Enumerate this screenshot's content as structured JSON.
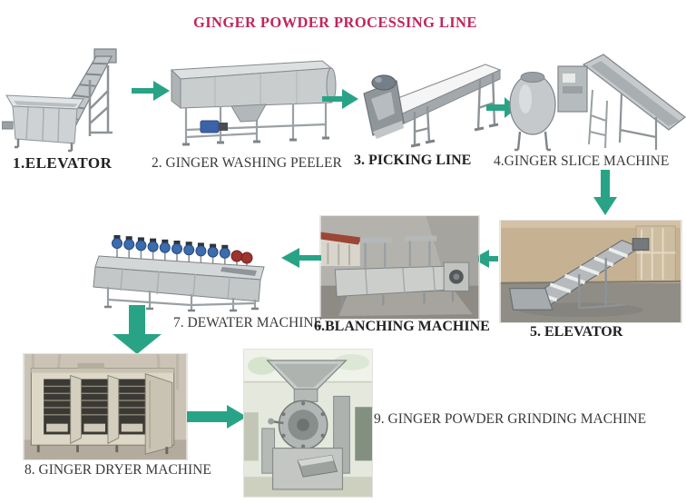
{
  "title": "GINGER POWDER PROCESSING LINE",
  "colors": {
    "title": "#c2255a",
    "arrow": "#29a386",
    "label": "#3a3a3a"
  },
  "machines": [
    {
      "num": "1",
      "label": "1.ELEVATOR"
    },
    {
      "num": "2",
      "label": "2. GINGER WASHING PEELER"
    },
    {
      "num": "3",
      "label": "3. PICKING LINE"
    },
    {
      "num": "4",
      "label": "4.GINGER SLICE MACHINE"
    },
    {
      "num": "5",
      "label": "5. ELEVATOR"
    },
    {
      "num": "6",
      "label": "6.BLANCHING MACHINE"
    },
    {
      "num": "7",
      "label": "7. DEWATER MACHINE"
    },
    {
      "num": "8",
      "label": "8. GINGER DRYER MACHINE"
    },
    {
      "num": "9",
      "label": "9. GINGER POWDER GRINDING MACHINE"
    }
  ],
  "flow_sequence": [
    "1 → 2",
    "2 → 3",
    "3 → 4",
    "4 → 5",
    "5 → 6",
    "6 → 7",
    "7 → 8",
    "8 → 9"
  ]
}
